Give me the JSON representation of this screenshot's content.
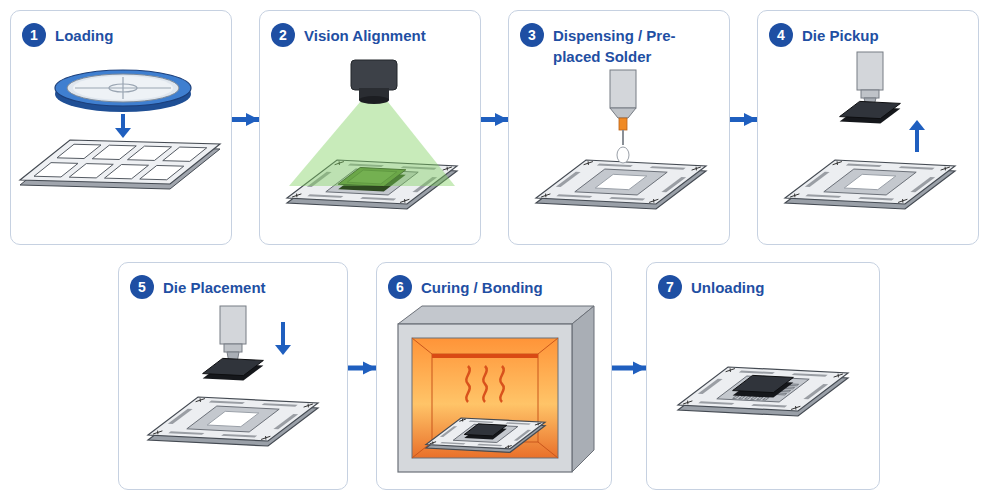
{
  "diagram": {
    "nodes": [
      {
        "text": [
          "Loading"
        ]
      },
      {
        "text": [
          "1"
        ],
        "in": 0
      },
      {
        "text": [
          "Vision Alignment"
        ]
      },
      {
        "text": [
          "2"
        ],
        "in": 2
      },
      {
        "text": [
          "Dispensing / Pre-placed Solder"
        ]
      },
      {
        "text": [
          "3"
        ],
        "in": 4
      },
      {
        "text": [
          "Die Pickup"
        ]
      },
      {
        "text": [
          "4"
        ],
        "in": 6
      },
      {
        "text": [
          "Die Placement"
        ]
      },
      {
        "text": [
          "5"
        ],
        "in": 8
      },
      {
        "text": [
          "Curing / Bonding"
        ]
      },
      {
        "text": [
          "6"
        ],
        "in": 10
      },
      {
        "text": [
          "Unloading"
        ]
      },
      {
        "text": [
          "7"
        ],
        "in": 12
      }
    ],
    "edges": [
      {
        "from": 0,
        "to": 2,
        "arrow": "to"
      },
      {
        "from": 2,
        "to": 4,
        "arrow": "to"
      },
      {
        "from": 4,
        "to": 6,
        "arrow": "to"
      },
      {
        "from": 8,
        "to": 10,
        "arrow": "to"
      },
      {
        "from": 10,
        "to": 12,
        "arrow": "to"
      }
    ]
  }
}
